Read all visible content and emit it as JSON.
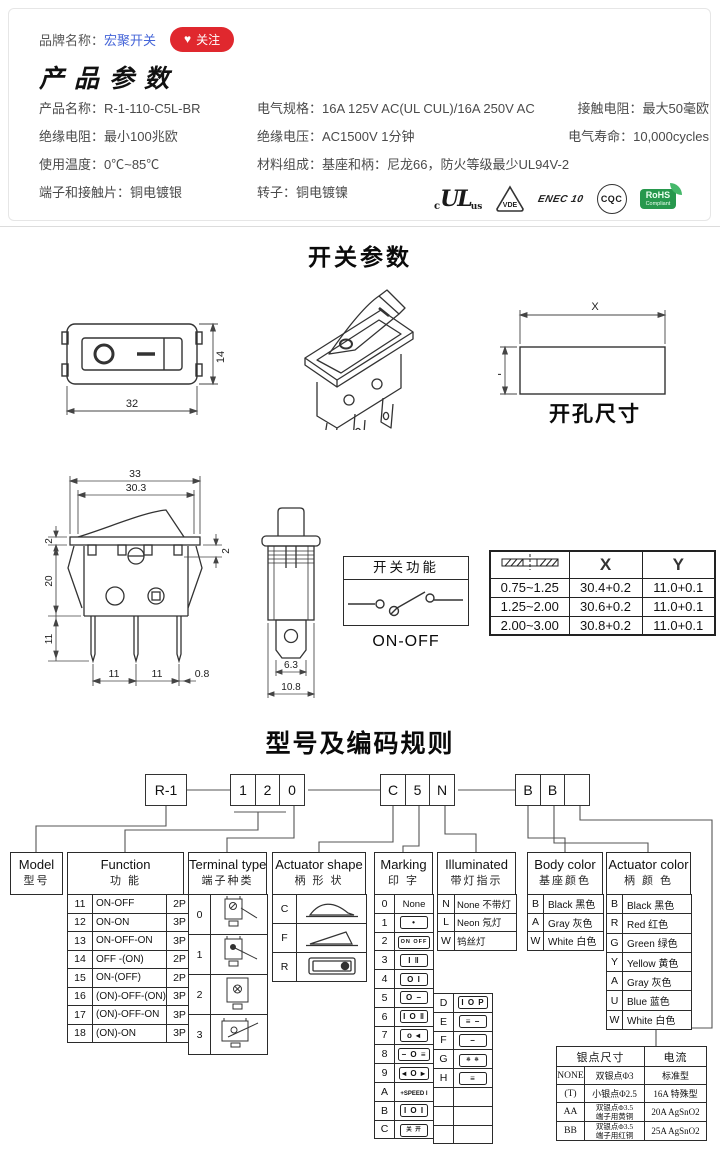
{
  "header": {
    "brand_label": "品牌名称：",
    "brand_name": "宏聚开关",
    "follow": "关注"
  },
  "product": {
    "title": "产品参数",
    "col1": [
      {
        "label": "产品名称",
        "value": "R-1-110-C5L-BR"
      },
      {
        "label": "绝缘电阻",
        "value": "最小100兆欧"
      },
      {
        "label": "使用温度",
        "value": "0℃~85℃"
      },
      {
        "label": "端子和接触片",
        "value": "铜电镀银"
      }
    ],
    "col2": [
      {
        "label": "电气规格",
        "value": "16A 125V AC(UL CUL)/16A 250V AC"
      },
      {
        "label": "绝缘电压",
        "value": "AC1500V 1分钟"
      },
      {
        "label": "材料组成",
        "value": "基座和柄：尼龙66，防火等级最少UL94V-2"
      },
      {
        "label": "转子",
        "value": "铜电镀镍"
      }
    ],
    "col3": [
      {
        "label": "接触电阻",
        "value": "最大50毫欧"
      },
      {
        "label": "电气寿命",
        "value": "10,000cycles"
      }
    ]
  },
  "certs": {
    "ul": "UL",
    "ul_c": "c",
    "ul_us": "us",
    "vde": "VDE",
    "enec": "ENEC 10",
    "cqc": "CQC",
    "rohs": "RoHS",
    "rohs_sub": "Compliant"
  },
  "switch_section": {
    "title": "开关参数",
    "cutout_caption": "开孔尺寸"
  },
  "dims": {
    "tv_w": "32",
    "tv_h": "14",
    "cut_x": "X",
    "cut_y": "Y",
    "sv_w": "33",
    "sv_iw": "30.3",
    "sv_t": "2",
    "sv_body": "20",
    "sv_pin": "11",
    "sv_t2": "2",
    "sv_p1": "11",
    "sv_p2": "11",
    "sv_p3": "0.8",
    "ev_a": "6.3",
    "ev_b": "10.8"
  },
  "function_box": {
    "title": "开关功能",
    "caption": "ON-OFF"
  },
  "xy_table": {
    "headers": [
      "X",
      "Y"
    ],
    "rows": [
      [
        "0.75~1.25",
        "30.4+0.2",
        "11.0+0.1"
      ],
      [
        "1.25~2.00",
        "30.6+0.2",
        "11.0+0.1"
      ],
      [
        "2.00~3.00",
        "30.8+0.2",
        "11.0+0.1"
      ]
    ]
  },
  "coding": {
    "title": "型号及编码规则",
    "groups": [
      [
        "R-1"
      ],
      [
        "1",
        "2",
        "0"
      ],
      [
        "C",
        "5",
        "N"
      ],
      [
        "B",
        "B",
        ""
      ]
    ]
  },
  "tables": {
    "model": {
      "en": "Model",
      "cn": "型号"
    },
    "function": {
      "en": "Function",
      "cn": "功  能",
      "rows": [
        [
          "11",
          "ON-OFF",
          "2P"
        ],
        [
          "12",
          "ON-ON",
          "3P"
        ],
        [
          "13",
          "ON-OFF-ON",
          "3P"
        ],
        [
          "14",
          "OFF -(ON)",
          "2P"
        ],
        [
          "15",
          "ON-(OFF)",
          "2P"
        ],
        [
          "16",
          "(ON)-OFF-(ON)",
          "3P"
        ],
        [
          "17",
          "(ON)-OFF-ON",
          "3P"
        ],
        [
          "18",
          "(ON)-ON",
          "3P"
        ]
      ]
    },
    "terminal": {
      "en": "Terminal type",
      "cn": "端子种类",
      "rows": [
        "0",
        "1",
        "2",
        "3"
      ]
    },
    "actshape": {
      "en": "Actuator shape",
      "cn": "柄 形 状",
      "rows": [
        "C",
        "F",
        "R"
      ]
    },
    "marking": {
      "en": "Marking",
      "cn": "印  字",
      "rows": [
        {
          "c": "0",
          "s": "None",
          "t": "plain"
        },
        {
          "c": "1",
          "s": "•",
          "t": "box"
        },
        {
          "c": "2",
          "s": "ON OFF",
          "t": "box tiny"
        },
        {
          "c": "3",
          "s": "I ‖",
          "t": "box"
        },
        {
          "c": "4",
          "s": "O I",
          "t": "box"
        },
        {
          "c": "5",
          "s": "O −",
          "t": "box"
        },
        {
          "c": "6",
          "s": "I O ‖",
          "t": "box"
        },
        {
          "c": "7",
          "s": "o ◂",
          "t": "box"
        },
        {
          "c": "8",
          "s": "− O ≡",
          "t": "box"
        },
        {
          "c": "9",
          "s": "◂ O ▸",
          "t": "box"
        },
        {
          "c": "A",
          "s": "+SPEED I",
          "t": "plain tiny"
        },
        {
          "c": "B",
          "s": "I O I",
          "t": "box"
        },
        {
          "c": "C",
          "s": "关 开",
          "t": "box tiny"
        }
      ],
      "extra": [
        {
          "c": "D",
          "s": "I O P",
          "t": "box"
        },
        {
          "c": "E",
          "s": "≡ −",
          "t": "box"
        },
        {
          "c": "F",
          "s": "−",
          "t": "box"
        },
        {
          "c": "G",
          "s": "※ ※",
          "t": "box tiny"
        },
        {
          "c": "H",
          "s": "≡",
          "t": "box"
        },
        {
          "c": "",
          "s": "",
          "t": "none"
        },
        {
          "c": "",
          "s": "",
          "t": "none"
        },
        {
          "c": "",
          "s": "",
          "t": "none"
        }
      ]
    },
    "illum": {
      "en": "Illuminated",
      "cn": "带灯指示",
      "rows": [
        [
          "N",
          "None 不带灯"
        ],
        [
          "L",
          "Neon 氖灯"
        ],
        [
          "W",
          "钨丝灯"
        ]
      ]
    },
    "bodycolor": {
      "en": "Body color",
      "cn": "基座颜色",
      "rows": [
        [
          "B",
          "Black 黑色"
        ],
        [
          "A",
          "Gray 灰色"
        ],
        [
          "W",
          "White 白色"
        ]
      ]
    },
    "actcolor": {
      "en": "Actuator color",
      "cn": "柄 颜 色",
      "rows": [
        [
          "B",
          "Black 黑色"
        ],
        [
          "R",
          "Red  红色"
        ],
        [
          "G",
          "Green 绿色"
        ],
        [
          "Y",
          "Yellow 黄色"
        ],
        [
          "A",
          "Gray 灰色"
        ],
        [
          "U",
          "Blue  蓝色"
        ],
        [
          "W",
          "White 白色"
        ]
      ]
    },
    "silver": {
      "h1": "银点尺寸",
      "h2": "电流",
      "rows": [
        {
          "code": "NONE",
          "desc": [
            "双银点Φ3"
          ],
          "cur": "标准型"
        },
        {
          "code": "(T)",
          "desc": [
            "小银点Φ2.5"
          ],
          "cur": "16A 特殊型"
        },
        {
          "code": "AA",
          "desc": [
            "双银点Φ3.5",
            "端子用黄铜"
          ],
          "cur": "20A AgSnO2"
        },
        {
          "code": "BB",
          "desc": [
            "双银点Φ3.5",
            "端子用红铜"
          ],
          "cur": "25A AgSnO2"
        }
      ]
    }
  }
}
